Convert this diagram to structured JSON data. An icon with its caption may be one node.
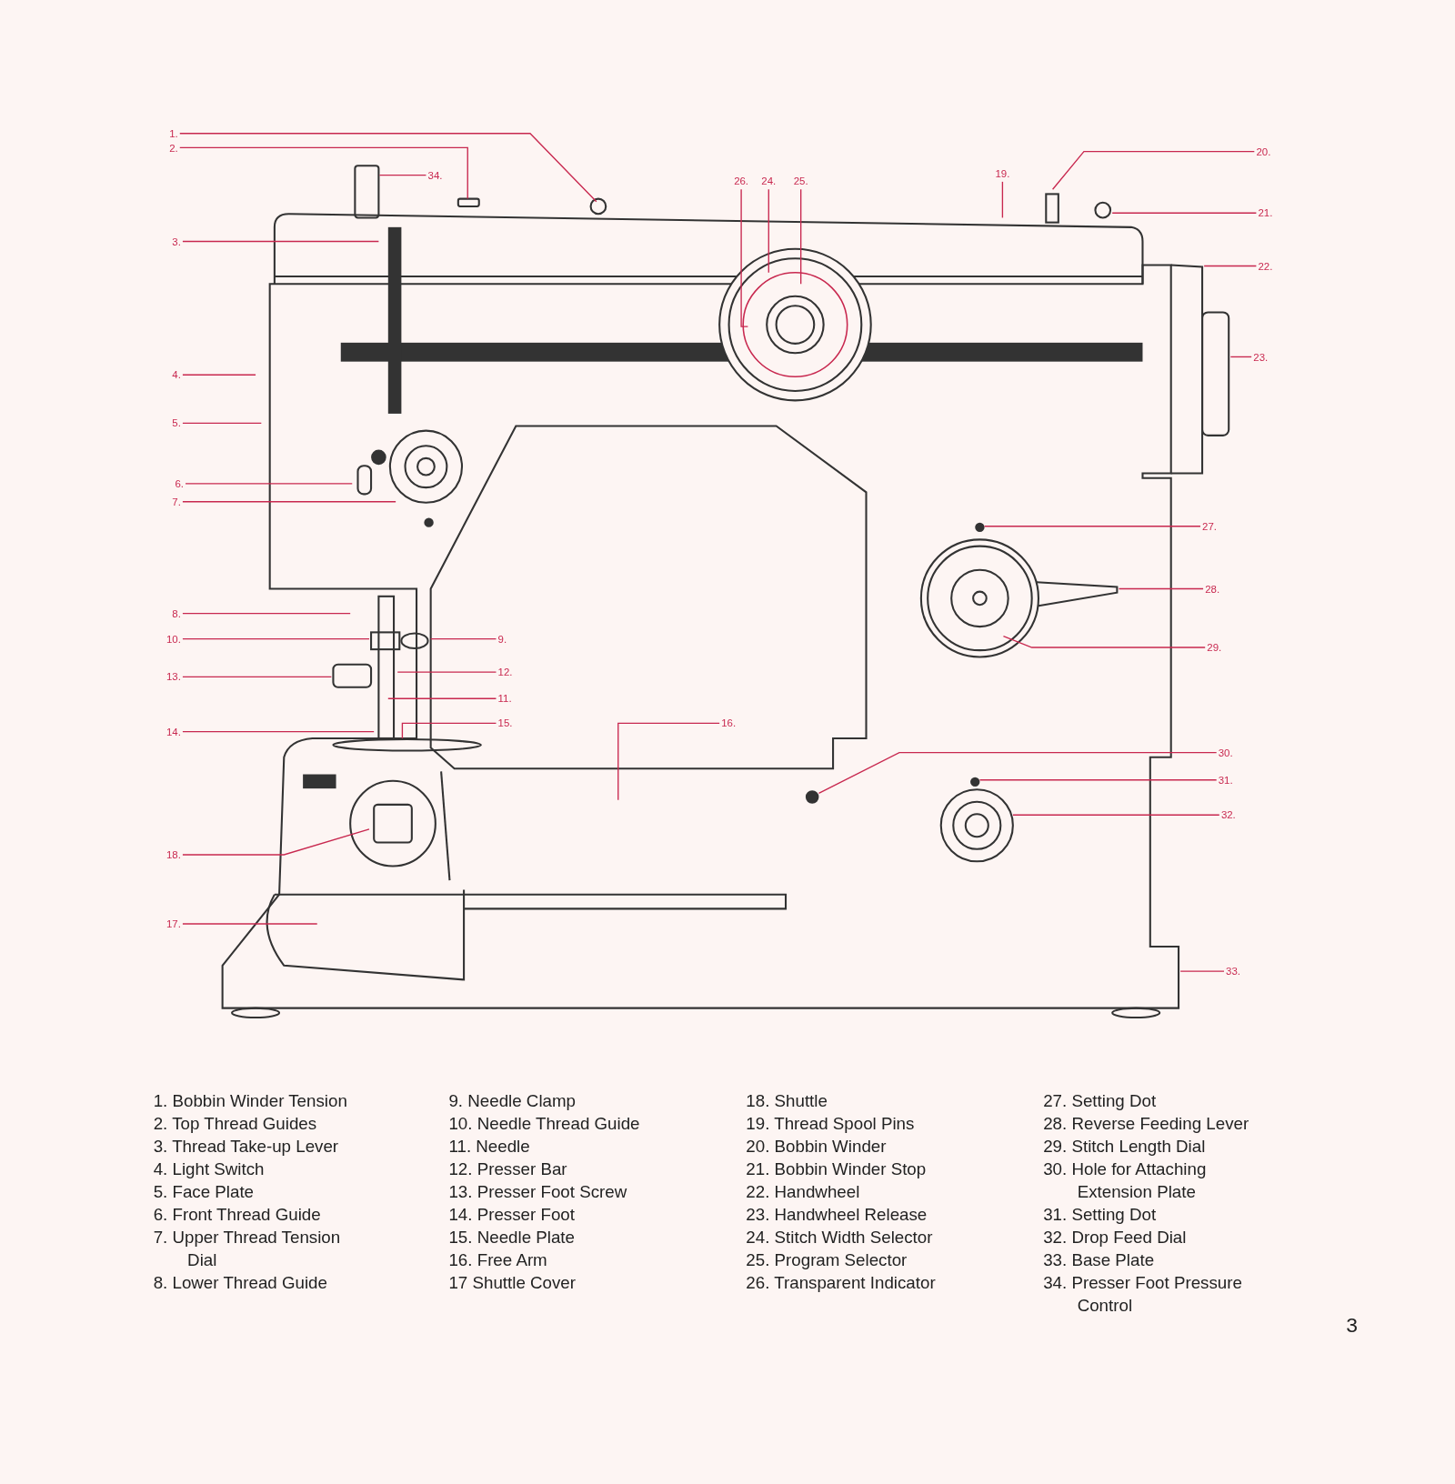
{
  "diagram": {
    "nodes": [
      {
        "text": [
          "1."
        ]
      },
      {
        "text": [
          "2."
        ]
      },
      {
        "text": [
          "3."
        ]
      },
      {
        "text": [
          "4."
        ]
      },
      {
        "text": [
          "5."
        ]
      },
      {
        "text": [
          "6."
        ]
      },
      {
        "text": [
          "7."
        ]
      },
      {
        "text": [
          "8."
        ]
      },
      {
        "text": [
          "9."
        ]
      },
      {
        "text": [
          "10."
        ]
      },
      {
        "text": [
          "11."
        ]
      },
      {
        "text": [
          "12."
        ]
      },
      {
        "text": [
          "13."
        ]
      },
      {
        "text": [
          "14."
        ]
      },
      {
        "text": [
          "15."
        ]
      },
      {
        "text": [
          "16."
        ]
      },
      {
        "text": [
          "17."
        ]
      },
      {
        "text": [
          "18."
        ]
      },
      {
        "text": [
          "19."
        ]
      },
      {
        "text": [
          "20."
        ]
      },
      {
        "text": [
          "21."
        ]
      },
      {
        "text": [
          "22."
        ]
      },
      {
        "text": [
          "23."
        ]
      },
      {
        "text": [
          "24."
        ]
      },
      {
        "text": [
          "25."
        ]
      },
      {
        "text": [
          "26."
        ]
      },
      {
        "text": [
          "27."
        ]
      },
      {
        "text": [
          "28."
        ]
      },
      {
        "text": [
          "29."
        ]
      },
      {
        "text": [
          "30."
        ]
      },
      {
        "text": [
          "31."
        ]
      },
      {
        "text": [
          "32."
        ]
      },
      {
        "text": [
          "33."
        ]
      },
      {
        "text": [
          "34."
        ]
      },
      {
        "text": [],
        "shape": "box"
      }
    ],
    "edges": [
      {
        "from": 0,
        "to": null,
        "arrow": "none"
      },
      {
        "from": 1,
        "to": 34,
        "arrow": "none"
      },
      {
        "from": 2,
        "to": null,
        "arrow": "none"
      },
      {
        "from": 3,
        "to": null,
        "arrow": "none"
      },
      {
        "from": 4,
        "to": null,
        "arrow": "none"
      },
      {
        "from": 5,
        "to": null,
        "arrow": "none"
      },
      {
        "from": 6,
        "to": null,
        "arrow": "none"
      },
      {
        "from": 7,
        "to": null,
        "arrow": "none"
      },
      {
        "from": 8,
        "to": null,
        "arrow": "none"
      },
      {
        "from": 9,
        "to": null,
        "arrow": "none"
      },
      {
        "from": 10,
        "to": null,
        "arrow": "none"
      },
      {
        "from": 11,
        "to": null,
        "arrow": "none"
      },
      {
        "from": 12,
        "to": null,
        "arrow": "none"
      },
      {
        "from": 13,
        "to": null,
        "arrow": "none"
      },
      {
        "from": 14,
        "to": null,
        "arrow": "none"
      },
      {
        "from": 15,
        "to": null,
        "arrow": "none"
      },
      {
        "from": 16,
        "to": null,
        "arrow": "none"
      },
      {
        "from": 17,
        "to": null,
        "arrow": "none"
      },
      {
        "from": 18,
        "to": null,
        "arrow": "none"
      },
      {
        "from": 19,
        "to": null,
        "arrow": "none"
      },
      {
        "from": 20,
        "to": null,
        "arrow": "none"
      },
      {
        "from": 21,
        "to": null,
        "arrow": "none"
      },
      {
        "from": 22,
        "to": null,
        "arrow": "none"
      },
      {
        "from": 23,
        "to": null,
        "arrow": "none"
      },
      {
        "from": 24,
        "to": null,
        "arrow": "none"
      },
      {
        "from": 25,
        "to": null,
        "arrow": "none"
      },
      {
        "from": 26,
        "to": null,
        "arrow": "none"
      },
      {
        "from": 27,
        "to": null,
        "arrow": "none"
      },
      {
        "from": 28,
        "to": null,
        "arrow": "none"
      },
      {
        "from": 29,
        "to": null,
        "arrow": "none"
      },
      {
        "from": 30,
        "to": null,
        "arrow": "none"
      },
      {
        "from": 31,
        "to": null,
        "arrow": "none"
      },
      {
        "from": 32,
        "to": null,
        "arrow": "none"
      },
      {
        "from": 33,
        "to": null,
        "arrow": "none"
      }
    ],
    "labels": [
      "1. Bobbin Winder Tension",
      "2. Top Thread Guides",
      "3. Thread Take-up Lever",
      "4. Light Switch",
      "5. Face Plate",
      "6. Front Thread Guide",
      "7. Upper Thread Tension Dial",
      "8. Lower Thread Guide",
      "9. Needle Clamp",
      "10. Needle Thread Guide",
      "11. Needle",
      "12. Presser Bar",
      "13. Presser Foot Screw",
      "14. Presser Foot",
      "15. Needle Plate",
      "16. Free Arm",
      "17 Shuttle Cover",
      "18. Shuttle",
      "19. Thread Spool Pins",
      "20. Bobbin Winder",
      "21. Bobbin Winder Stop",
      "22. Handwheel",
      "23. Handwheel Release",
      "24. Stitch Width Selector",
      "25. Program Selector",
      "26. Transparent Indicator",
      "27. Setting Dot",
      "28. Reverse Feeding Lever",
      "29. Stitch Length Dial",
      "30. Hole for Attaching Extension Plate",
      "31. Setting Dot",
      "32. Drop Feed Dial",
      "33. Base Plate",
      "34. Presser Foot Pressure Control",
      "3"
    ]
  }
}
